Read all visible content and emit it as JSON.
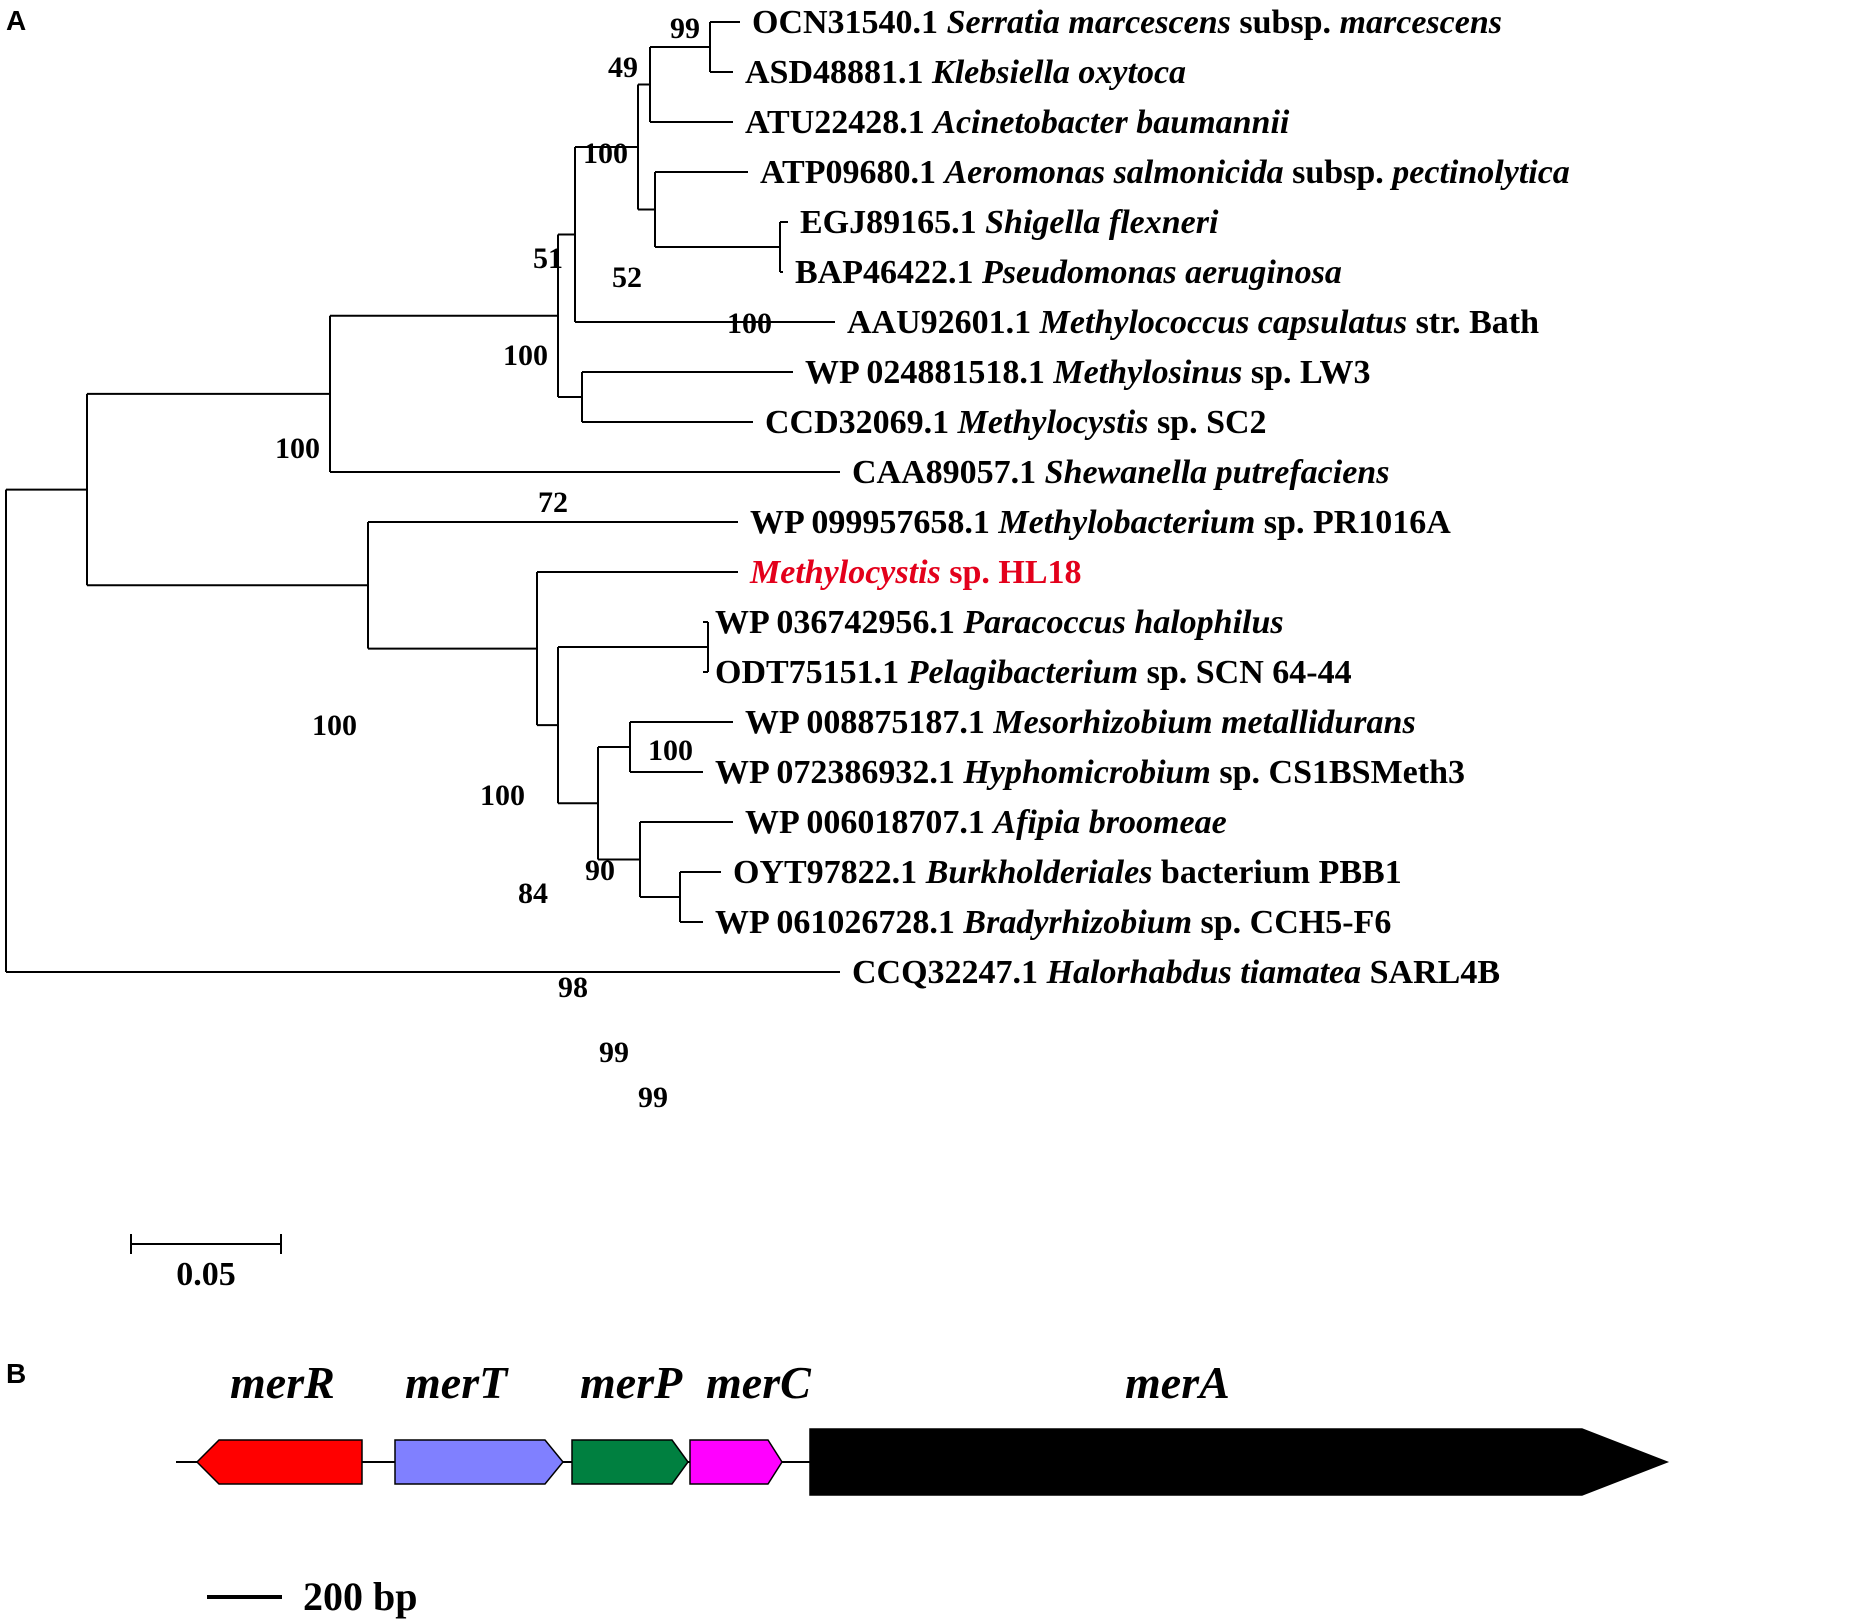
{
  "panels": {
    "a": "A",
    "b": "B"
  },
  "tree": {
    "scale": {
      "length": 0.05,
      "label": "0.05"
    },
    "leaves": [
      {
        "id": "L0",
        "accession": "OCN31540.1",
        "parts": [
          [
            "Serratia marcescens",
            true
          ],
          [
            " subsp. ",
            false
          ],
          [
            "marcescens",
            true
          ]
        ]
      },
      {
        "id": "L1",
        "accession": "ASD48881.1",
        "parts": [
          [
            "Klebsiella oxytoca",
            true
          ]
        ]
      },
      {
        "id": "L2",
        "accession": "ATU22428.1",
        "parts": [
          [
            "Acinetobacter baumannii",
            true
          ]
        ]
      },
      {
        "id": "L3",
        "accession": "ATP09680.1",
        "parts": [
          [
            "Aeromonas salmonicida",
            true
          ],
          [
            " subsp. ",
            false
          ],
          [
            "pectinolytica",
            true
          ]
        ]
      },
      {
        "id": "L4",
        "accession": "EGJ89165.1",
        "parts": [
          [
            "Shigella flexneri",
            true
          ]
        ]
      },
      {
        "id": "L5",
        "accession": "BAP46422.1",
        "parts": [
          [
            "Pseudomonas aeruginosa",
            true
          ]
        ]
      },
      {
        "id": "L6",
        "accession": "AAU92601.1",
        "parts": [
          [
            "Methylococcus capsulatus",
            true
          ],
          [
            " str. Bath",
            false
          ]
        ]
      },
      {
        "id": "L7",
        "accession": "WP 024881518.1",
        "parts": [
          [
            "Methylosinus",
            true
          ],
          [
            " sp. LW3",
            false
          ]
        ]
      },
      {
        "id": "L8",
        "accession": "CCD32069.1",
        "parts": [
          [
            "Methylocystis",
            true
          ],
          [
            " sp. SC2",
            false
          ]
        ]
      },
      {
        "id": "L9",
        "accession": "CAA89057.1",
        "parts": [
          [
            "Shewanella putrefaciens",
            true
          ]
        ]
      },
      {
        "id": "L10",
        "accession": "WP 099957658.1",
        "parts": [
          [
            "Methylobacterium",
            true
          ],
          [
            " sp. PR1016A",
            false
          ]
        ]
      },
      {
        "id": "L11",
        "accession": "",
        "highlight": true,
        "parts": [
          [
            "Methylocystis",
            true
          ],
          [
            " sp. HL18",
            false
          ]
        ]
      },
      {
        "id": "L12",
        "accession": "WP 036742956.1",
        "parts": [
          [
            "Paracoccus halophilus",
            true
          ]
        ]
      },
      {
        "id": "L13",
        "accession": "ODT75151.1",
        "parts": [
          [
            "Pelagibacterium",
            true
          ],
          [
            " sp. SCN 64-44",
            false
          ]
        ]
      },
      {
        "id": "L14",
        "accession": "WP 008875187.1",
        "parts": [
          [
            "Mesorhizobium metallidurans",
            true
          ]
        ]
      },
      {
        "id": "L15",
        "accession": "WP 072386932.1",
        "parts": [
          [
            "Hyphomicrobium",
            true
          ],
          [
            " sp. CS1BSMeth3",
            false
          ]
        ]
      },
      {
        "id": "L16",
        "accession": "WP 006018707.1",
        "parts": [
          [
            "Afipia broomeae",
            true
          ]
        ]
      },
      {
        "id": "L17",
        "accession": "OYT97822.1",
        "parts": [
          [
            "Burkholderiales",
            true
          ],
          [
            " bacterium PBB1",
            false
          ]
        ]
      },
      {
        "id": "L18",
        "accession": "WP 061026728.1",
        "parts": [
          [
            "Bradyrhizobium",
            true
          ],
          [
            " sp. CCH5-F6",
            false
          ]
        ]
      },
      {
        "id": "L19",
        "accession": "CCQ32247.1",
        "parts": [
          [
            "Halorhabdus tiamatea",
            true
          ],
          [
            " SARL4B",
            false
          ]
        ]
      }
    ],
    "bootstrap": [
      {
        "node": "n_serr_kleb",
        "value": "99"
      },
      {
        "node": "n_sk_acin",
        "value": "49"
      },
      {
        "node": "n_g1",
        "value": "100"
      },
      {
        "node": "n_aer_shig",
        "value": "52"
      },
      {
        "node": "n_shig_pseu",
        "value": "100"
      },
      {
        "node": "n_g1_methcoc",
        "value": "51"
      },
      {
        "node": "n_gamma_alpha",
        "value": "100"
      },
      {
        "node": "n_msin_mcys",
        "value": "72"
      },
      {
        "node": "n_top",
        "value": "100"
      },
      {
        "node": "n_bottom",
        "value": "100"
      },
      {
        "node": "n_hl18",
        "value": "100"
      },
      {
        "node": "n_para_pela",
        "value": "100"
      },
      {
        "node": "n_alpha_rest",
        "value": "84"
      },
      {
        "node": "n_meso_hypho",
        "value": "90"
      },
      {
        "node": "n_rhizo",
        "value": "98"
      },
      {
        "node": "n_afi_group",
        "value": "99"
      },
      {
        "node": "n_burk_brady",
        "value": "99"
      }
    ]
  },
  "operon": {
    "genes": [
      {
        "name": "merR",
        "color": "#ff0000",
        "direction": "left"
      },
      {
        "name": "merT",
        "color": "#8080ff",
        "direction": "right"
      },
      {
        "name": "merP",
        "color": "#008040",
        "direction": "right"
      },
      {
        "name": "merC",
        "color": "#ff00ff",
        "direction": "right"
      },
      {
        "name": "merA",
        "color": "#000000",
        "direction": "right"
      }
    ],
    "scale_label": "200 bp"
  },
  "colors": {
    "highlight": "#e3001b",
    "line": "#000000"
  }
}
